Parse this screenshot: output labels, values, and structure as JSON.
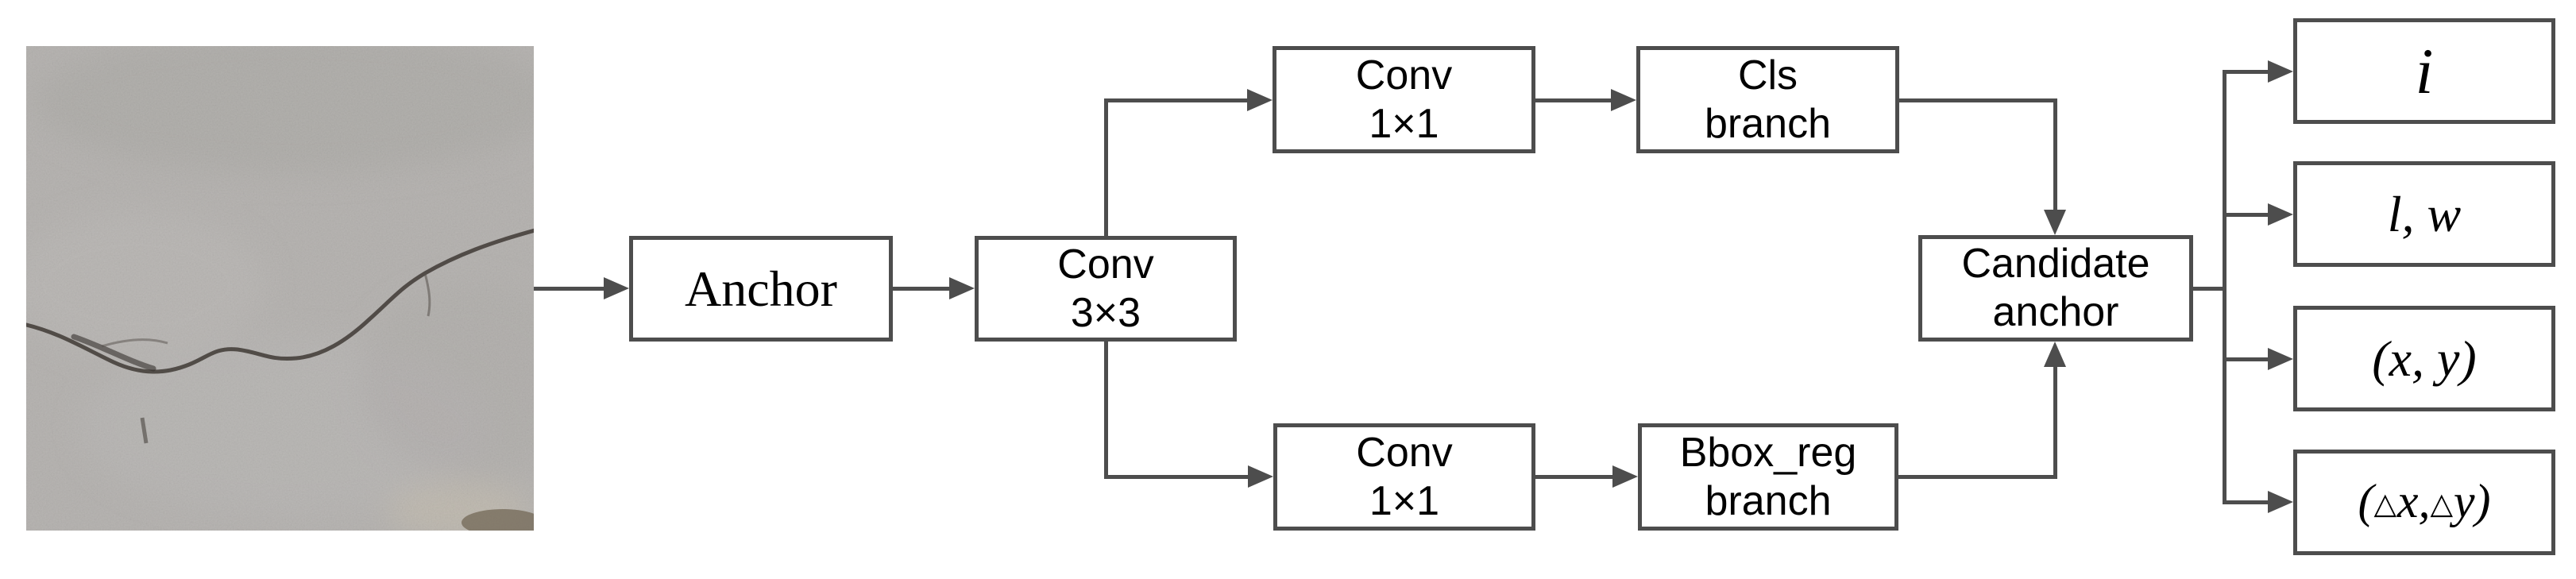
{
  "diagram": {
    "description": "Region proposal network style flow diagram for crack detection",
    "colors": {
      "line": "#4d4d4d",
      "box_border": "#4d4d4d",
      "box_fill": "#ffffff",
      "text": "#000000",
      "photo_base": "#a8a5a2",
      "crack": "#3f3a35"
    },
    "input_photo": {
      "alt": "gray concrete pavement surface with a horizontal crack"
    },
    "nodes": {
      "anchor": {
        "label": "Anchor"
      },
      "conv3x3": {
        "line1": "Conv",
        "line2": "3×3"
      },
      "conv1x1_top": {
        "line1": "Conv",
        "line2": "1×1"
      },
      "cls_branch": {
        "line1": "Cls",
        "line2": "branch"
      },
      "conv1x1_bottom": {
        "line1": "Conv",
        "line2": "1×1"
      },
      "bbox_reg_branch": {
        "line1": "Bbox_reg",
        "line2": "branch"
      },
      "candidate_anchor": {
        "line1": "Candidate",
        "line2": "anchor"
      },
      "output_i": {
        "label": "i"
      },
      "output_lw": {
        "label": "l, w"
      },
      "output_xy": {
        "label": "(x, y)"
      },
      "output_dxdy": {
        "parts": [
          "(",
          "△",
          "x,",
          "△",
          "y)"
        ]
      }
    }
  }
}
